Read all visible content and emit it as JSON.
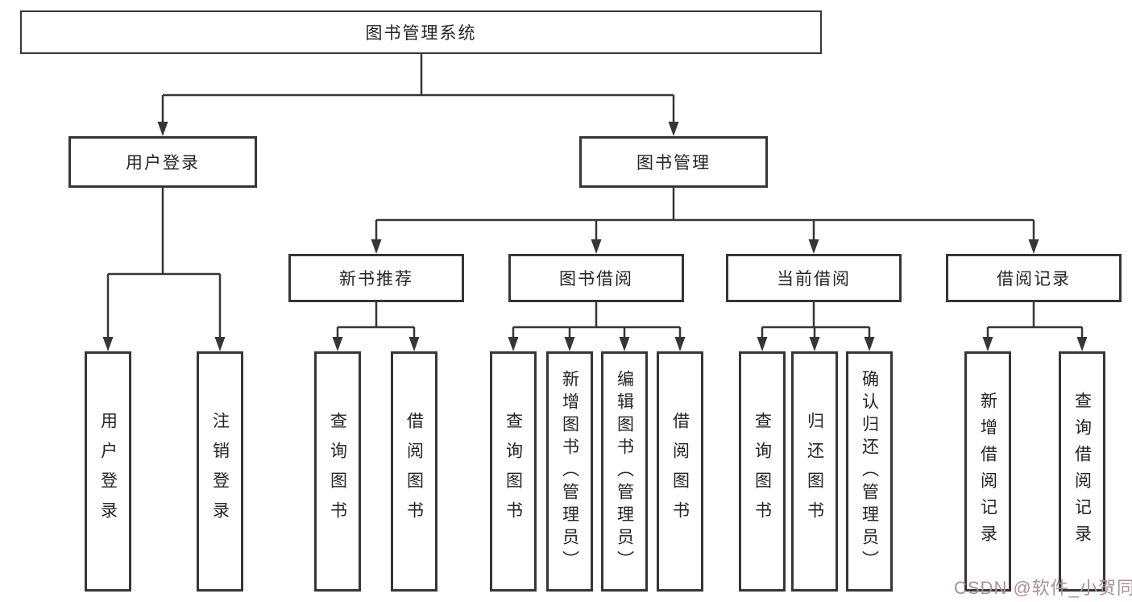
{
  "diagram": {
    "root": "图书管理系统",
    "line_color": "#363636",
    "branches": [
      {
        "label": "用户登录",
        "children": [
          "用户登录",
          "注销登录"
        ]
      },
      {
        "label": "图书管理",
        "sections": [
          {
            "label": "新书推荐",
            "children": [
              "查询图书",
              "借阅图书"
            ]
          },
          {
            "label": "图书借阅",
            "children": [
              "查询图书",
              "新增图书（管理员）",
              "编辑图书（管理员）",
              "借阅图书"
            ]
          },
          {
            "label": "当前借阅",
            "children": [
              "查询图书",
              "归还图书",
              "确认归还（管理员）"
            ]
          },
          {
            "label": "借阅记录",
            "children": [
              "新增借阅记录",
              "查询借阅记录"
            ]
          }
        ]
      }
    ]
  },
  "watermark": {
    "text": "CSDN @软件_小贺同学",
    "color": "#a99091"
  }
}
